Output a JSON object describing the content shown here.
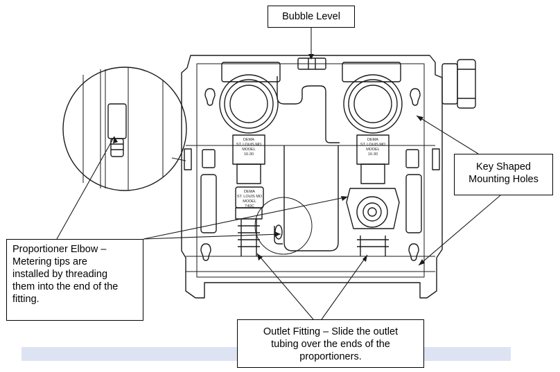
{
  "callouts": {
    "bubble_level": {
      "lines": [
        "Bubble Level"
      ]
    },
    "key_shaped": {
      "lines": [
        "Key Shaped",
        "Mounting Holes"
      ]
    },
    "proportioner_elbow": {
      "lines": [
        "Proportioner Elbow –",
        "Metering tips are",
        "installed by threading",
        "them into the end of the",
        "fitting."
      ]
    },
    "outlet_fitting": {
      "lines": [
        "Outlet Fitting – Slide the outlet",
        "tubing over the ends of the",
        "proportioners."
      ]
    }
  },
  "device_labels": {
    "left_tag": [
      "DEMA",
      "ST. LOUIS MO",
      "MODEL",
      "16-30"
    ],
    "right_tag": [
      "DEMA",
      "ST. LOUIS MO",
      "MODEL",
      "16-30"
    ],
    "center_tag": [
      "DEMA",
      "ST. LOUIS MO",
      "MODEL",
      "T40C"
    ]
  },
  "colors": {
    "line": "#1a1a1a",
    "band": "#dde3f3",
    "background": "#ffffff"
  }
}
